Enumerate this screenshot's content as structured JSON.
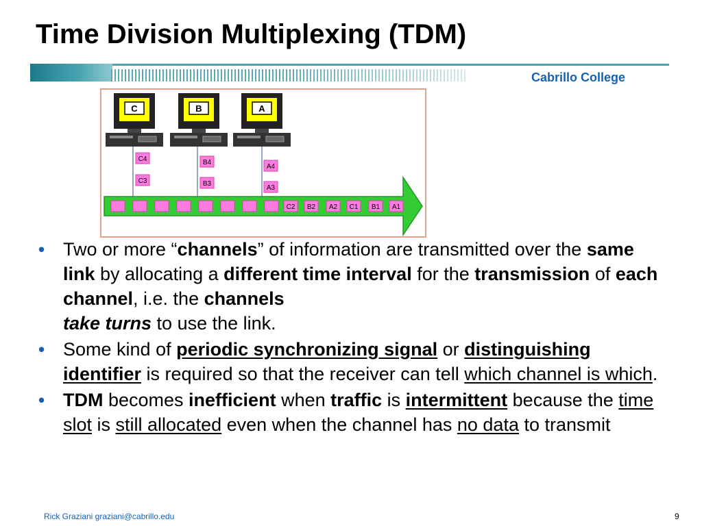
{
  "title": "Time Division Multiplexing (TDM)",
  "header": {
    "college": "Cabrillo College",
    "accent": "#4aa4b2",
    "college_color": "#1660b5"
  },
  "diagram": {
    "stations": [
      "C",
      "B",
      "A"
    ],
    "queues": {
      "C": [
        "C4",
        "C3"
      ],
      "B": [
        "B4",
        "B3"
      ],
      "A": [
        "A4",
        "A3"
      ]
    },
    "link_slots": [
      "C2",
      "B2",
      "A2",
      "C1",
      "B1",
      "A1"
    ],
    "colors": {
      "monitor_screen": "#ffff00",
      "slot_fill": "#ff7be0",
      "link": "#33cc33"
    }
  },
  "bullets": {
    "b1": {
      "t1": "Two or more “",
      "t2": "channels",
      "t3": "” of information are transmitted over the ",
      "t4": "same link",
      "t5": " by allocating a ",
      "t6": "different time interval",
      "t7": " for the ",
      "t8": "transmission",
      "t9": " of ",
      "t10": "each channel",
      "t11": ", i.e. the ",
      "t12": "channels",
      "t13": "take turns",
      "t14": " to use the link."
    },
    "b2": {
      "t1": "Some kind of ",
      "t2": "periodic synchronizing signal",
      "t3": " or ",
      "t4": "distinguishing identifier",
      "t5": " is required so that the receiver can tell ",
      "t6": "which channel is which",
      "t7": "."
    },
    "b3": {
      "t1": "TDM",
      "t2": " becomes ",
      "t3": "inefficient",
      "t4": " when ",
      "t5": "traffic",
      "t6": " is ",
      "t7": "intermittent",
      "t8": " because the ",
      "t9": "time slot",
      "t10": " is ",
      "t11": "still allocated",
      "t12": " even when the channel has ",
      "t13": "no data",
      "t14": " to transmit"
    }
  },
  "footer": {
    "author": "Rick Graziani  graziani@cabrillo.edu",
    "page": "9"
  }
}
